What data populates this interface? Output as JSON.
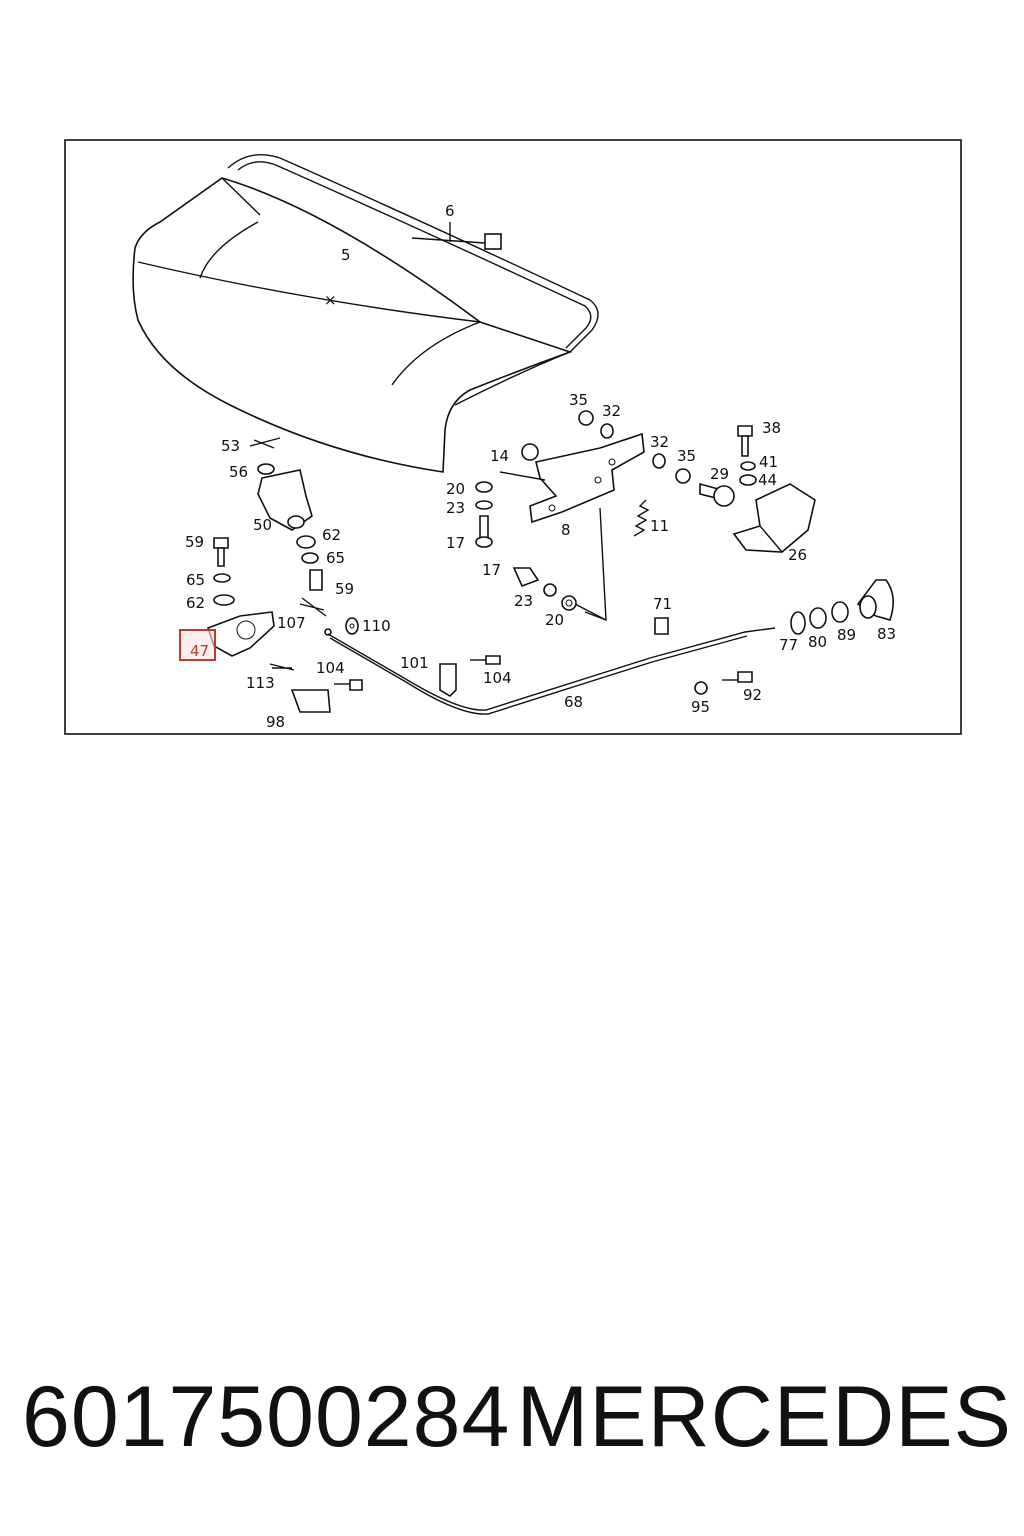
{
  "diagram": {
    "labels": [
      "6",
      "5",
      "35",
      "32",
      "14",
      "32",
      "35",
      "38",
      "41",
      "44",
      "29",
      "20",
      "23",
      "17",
      "8",
      "11",
      "26",
      "53",
      "56",
      "50",
      "62",
      "65",
      "59",
      "59",
      "65",
      "62",
      "107",
      "110",
      "17",
      "23",
      "20",
      "71",
      "47",
      "101",
      "104",
      "104",
      "113",
      "68",
      "98",
      "77",
      "80",
      "89",
      "83",
      "95",
      "92"
    ],
    "highlighted_label": "47",
    "highlight_color": "#c0392b"
  },
  "caption": {
    "part_number": "6017500284",
    "brand": "MERCEDES"
  }
}
